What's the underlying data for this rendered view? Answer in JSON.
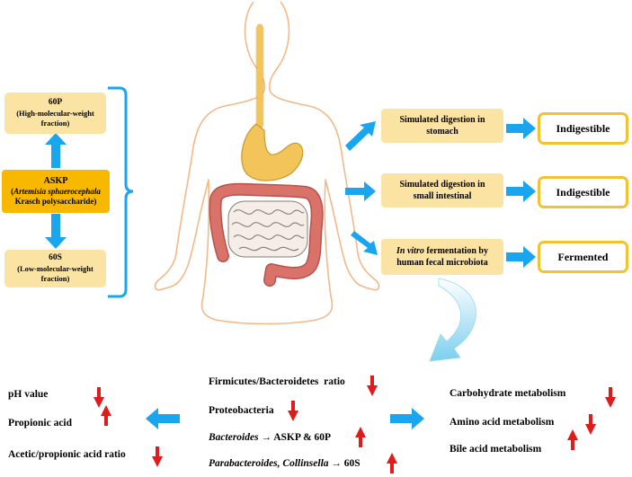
{
  "fractions": {
    "p60": {
      "title": "60P",
      "subtitle": "(High-molecular-weight fraction)"
    },
    "askp": {
      "title": "ASKP",
      "species": "Artemisia sphaerocephala",
      "suffix": "Krasch polysaccharide)"
    },
    "s60": {
      "title": "60S",
      "subtitle": "(Low-molecular-weight fraction)"
    }
  },
  "steps": [
    {
      "text_italic": "",
      "text": "Simulated digestion in stomach",
      "result": "Indigestible"
    },
    {
      "text_italic": "",
      "text": "Simulated digestion in small intestinal",
      "result": "Indigestible"
    },
    {
      "text_italic": "In vitro",
      "text": " fermentation by human fecal microbiota",
      "result": "Fermented"
    }
  ],
  "left_effects": [
    {
      "label": "pH value",
      "direction": "down"
    },
    {
      "label": "Propionic acid",
      "direction": "up"
    },
    {
      "label": "Acetic/propionic acid ratio",
      "direction": "down"
    }
  ],
  "center_effects": [
    {
      "label": "Firmicutes/Bacteroidetes  ratio",
      "direction": "down"
    },
    {
      "label": "Proteobacteria",
      "direction": "down"
    },
    {
      "label_italic": "Bacteroides",
      "label": " → ASKP & 60P",
      "direction": "up"
    },
    {
      "label_italic": "Parabacteroides, Collinsella",
      "label": " → 60S",
      "direction": "up"
    }
  ],
  "right_effects": [
    {
      "label": "Carbohydrate metabolism",
      "direction": "down"
    },
    {
      "label": "Amino acid metabolism",
      "direction": "down"
    },
    {
      "label": "Bile acid metabolism",
      "direction": "up"
    }
  ],
  "colors": {
    "blue_arrow": "#19a6ee",
    "red_arrow": "#e01b1b",
    "box_fill": "#fbe3a3",
    "askp_fill": "#f9b800",
    "outline": "#f2c230",
    "body_outline": "#f2b98a",
    "stomach": "#f2c45a",
    "colon": "#d9736a",
    "small_intestine": "#f4ede8"
  }
}
